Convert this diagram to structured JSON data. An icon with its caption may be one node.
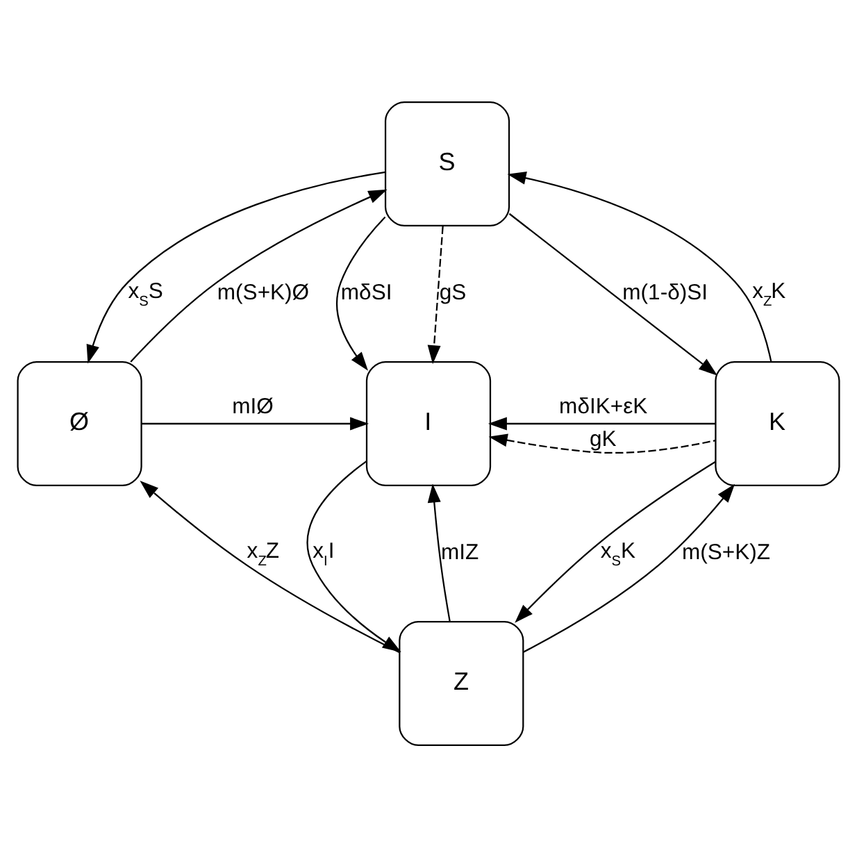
{
  "diagram": {
    "nodes": [
      {
        "text": [
          "S"
        ]
      },
      {
        "text": [
          "Ø"
        ]
      },
      {
        "text": [
          "I"
        ]
      },
      {
        "text": [
          "K"
        ]
      },
      {
        "text": [
          "Z"
        ]
      }
    ],
    "edges": [
      {
        "from": 1,
        "to": 0,
        "arrow": "to",
        "label": "m(S+K)Ø"
      },
      {
        "from": 0,
        "to": 3,
        "arrow": "to",
        "label": "m(1-δ)SI"
      },
      {
        "from": 0,
        "to": 1,
        "arrow": "to",
        "label": "x$_{S}$S"
      },
      {
        "from": 3,
        "to": 0,
        "arrow": "to",
        "label": "x$_{Z}$K"
      },
      {
        "from": 0,
        "to": 2,
        "arrow": "to",
        "label": "mδSI"
      },
      {
        "from": 0,
        "to": 2,
        "arrow": "to",
        "label": "gS",
        "style": "dashed"
      },
      {
        "from": 1,
        "to": 2,
        "arrow": "to",
        "label": "mIØ"
      },
      {
        "from": 3,
        "to": 2,
        "arrow": "to",
        "label": "mδIK+εK"
      },
      {
        "from": 3,
        "to": 2,
        "arrow": "to",
        "label": "gK",
        "style": "dashed"
      },
      {
        "from": 2,
        "to": 4,
        "arrow": "to",
        "label": "x$_{I}$I"
      },
      {
        "from": 4,
        "to": 2,
        "arrow": "to",
        "label": "mIZ"
      },
      {
        "from": 4,
        "to": 1,
        "arrow": "to",
        "label": "x$_{Z}$Z"
      },
      {
        "from": 3,
        "to": 4,
        "arrow": "to",
        "label": "x$_{S}$K"
      },
      {
        "from": 4,
        "to": 3,
        "arrow": "to",
        "label": "m(S+K)Z"
      }
    ]
  }
}
